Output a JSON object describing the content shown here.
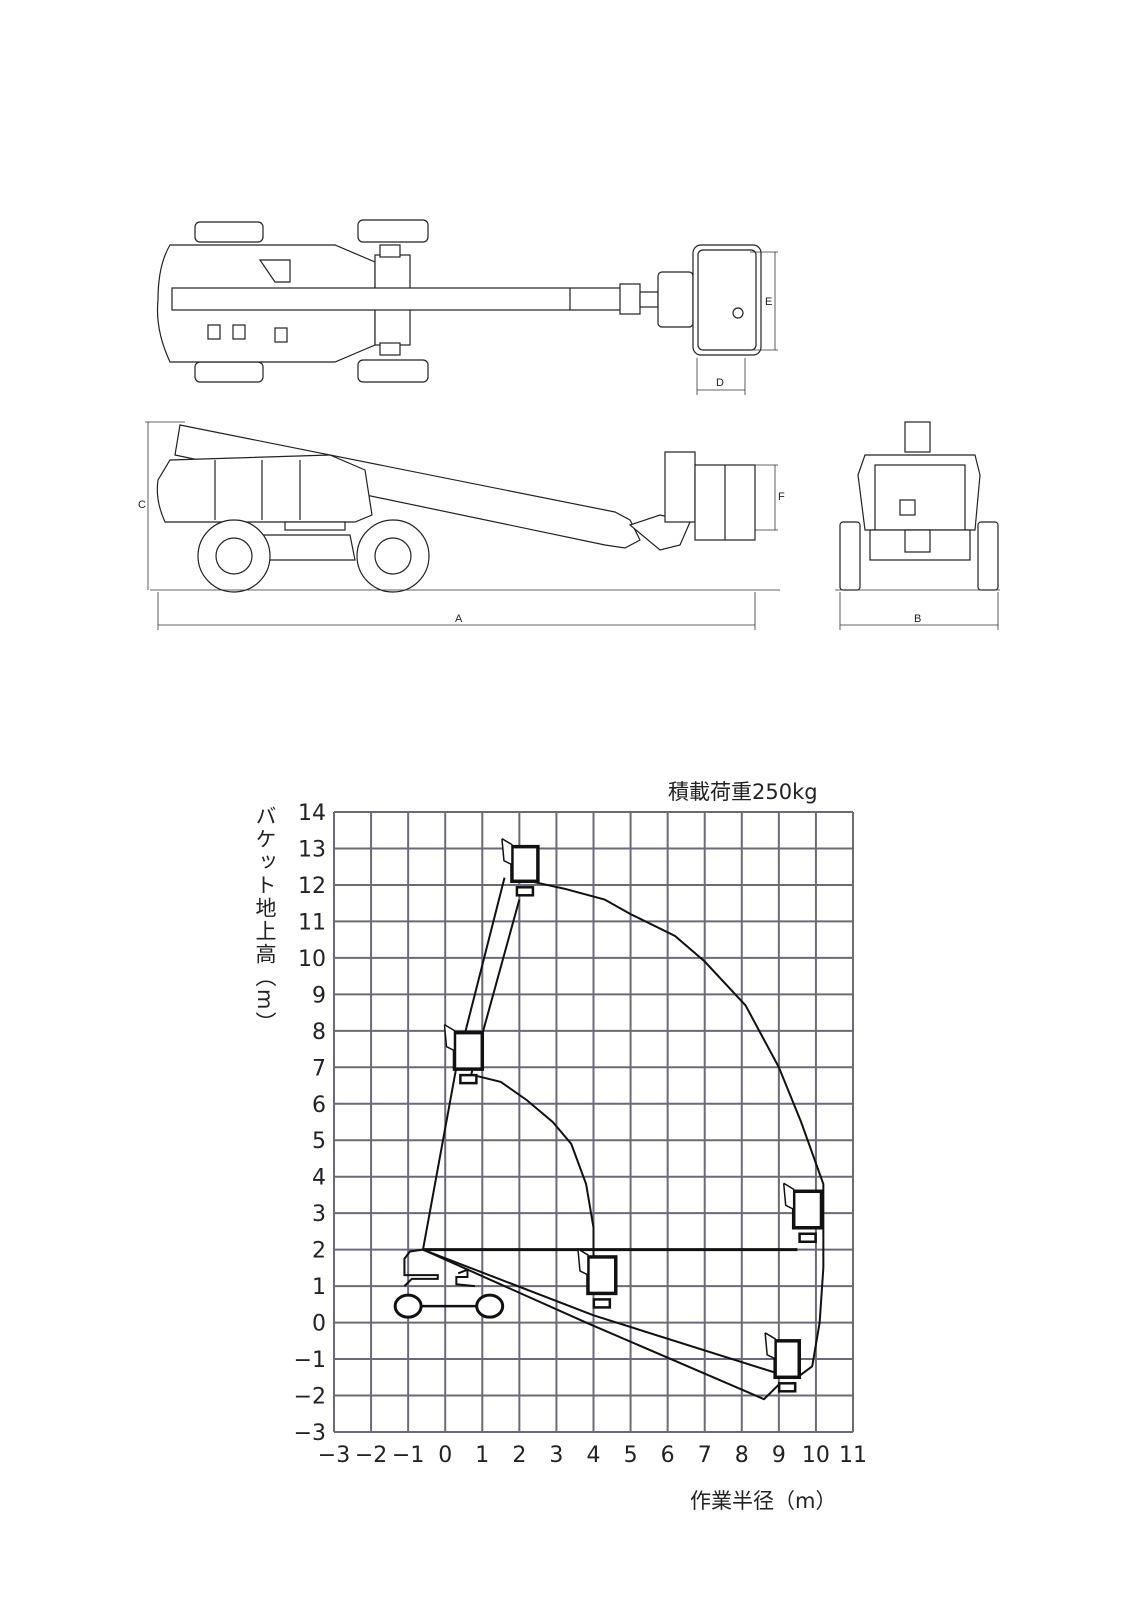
{
  "drawing": {
    "dimension_labels": {
      "A": "A",
      "B": "B",
      "C": "C",
      "D": "D",
      "E": "E",
      "F": "F"
    }
  },
  "chart_data": {
    "type": "line",
    "title": "積載荷重250kg",
    "xlabel": "作業半径（m）",
    "ylabel": "バケット地上高（m）",
    "xlim": [
      -3,
      11
    ],
    "ylim": [
      -3,
      14
    ],
    "xticks": [
      "−3",
      "−2",
      "−1",
      "0",
      "1",
      "2",
      "3",
      "4",
      "5",
      "6",
      "7",
      "8",
      "9",
      "10",
      "11"
    ],
    "yticks": [
      "14",
      "13",
      "12",
      "11",
      "10",
      "9",
      "8",
      "7",
      "6",
      "5",
      "4",
      "3",
      "2",
      "1",
      "0",
      "−1",
      "−2",
      "−3"
    ],
    "grid": true,
    "outer_envelope": [
      [
        2.3,
        12.1
      ],
      [
        3.2,
        11.9
      ],
      [
        4.3,
        11.6
      ],
      [
        5.0,
        11.2
      ],
      [
        6.2,
        10.6
      ],
      [
        7.0,
        9.9
      ],
      [
        8.1,
        8.7
      ],
      [
        9.0,
        7.0
      ],
      [
        9.6,
        5.5
      ],
      [
        10.2,
        3.8
      ],
      [
        10.2,
        1.5
      ],
      [
        10.1,
        0.0
      ],
      [
        9.9,
        -1.2
      ],
      [
        9.5,
        -1.5
      ]
    ],
    "inner_envelope": [
      [
        0.7,
        6.8
      ],
      [
        1.5,
        6.6
      ],
      [
        2.2,
        6.1
      ],
      [
        2.9,
        5.5
      ],
      [
        3.4,
        4.9
      ],
      [
        3.8,
        3.8
      ],
      [
        4.0,
        2.6
      ],
      [
        4.0,
        1.8
      ]
    ],
    "boom_upper_left": [
      [
        -0.6,
        2.0
      ],
      [
        0.3,
        7.0
      ],
      [
        1.6,
        12.2
      ]
    ],
    "boom_upper_right": [
      [
        0.7,
        6.8
      ],
      [
        2.0,
        11.6
      ]
    ],
    "boom_lower_top": [
      [
        -0.6,
        2.0
      ],
      [
        4.0,
        0.2
      ],
      [
        9.3,
        -1.5
      ]
    ],
    "boom_lower_bottom": [
      [
        -0.6,
        2.0
      ],
      [
        3.8,
        0.0
      ],
      [
        8.6,
        -2.1
      ],
      [
        9.0,
        -1.7
      ]
    ],
    "horizontal_line": [
      [
        -0.6,
        2.0
      ],
      [
        9.5,
        2.0
      ]
    ],
    "baskets": [
      {
        "x": [
          1.8,
          2.5
        ],
        "y": [
          12.1,
          13.05
        ]
      },
      {
        "x": [
          0.25,
          1.0
        ],
        "y": [
          6.95,
          7.95
        ]
      },
      {
        "x": [
          3.85,
          4.6
        ],
        "y": [
          0.8,
          1.8
        ]
      },
      {
        "x": [
          9.4,
          10.15
        ],
        "y": [
          2.6,
          3.6
        ]
      },
      {
        "x": [
          8.9,
          9.55
        ],
        "y": [
          -1.5,
          -0.5
        ]
      }
    ],
    "vehicle_wheels": [
      [
        -1.0,
        0.45
      ],
      [
        1.2,
        0.45
      ]
    ]
  }
}
